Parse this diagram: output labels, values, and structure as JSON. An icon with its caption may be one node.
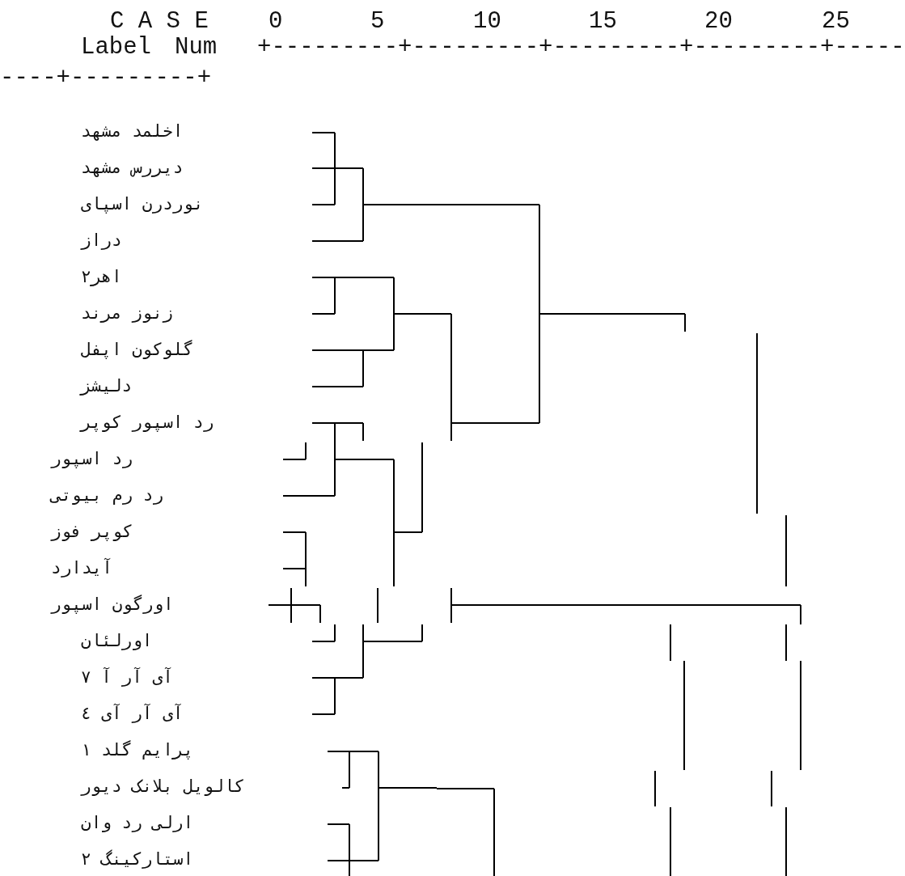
{
  "diagram": {
    "labels": [
      "C A S E",
      "0",
      "5",
      "10",
      "15",
      "20",
      "25",
      "Label",
      "Num",
      "+---------+---------+---------+---------+---------+---------+",
      "اخلمد مشهد",
      "دیررس مشهد",
      "نوردرن اسپای",
      "دراز",
      "اهر۲",
      "زنوز مرند",
      "گلوکون اپفل",
      "دلیشز",
      "رد اسپور کوپر",
      "رد اسپور",
      "رد رم بیوتی",
      "کوپر فوز",
      "آیدارد",
      "اورگون اسپور",
      "اورلئان",
      "آی آر آ ۷",
      "آی آر آی ٤",
      "پرایم گلد ۱",
      "کالویل بلانک دیور",
      "ارلی رد وان",
      "استارکینگ ۲"
    ]
  }
}
